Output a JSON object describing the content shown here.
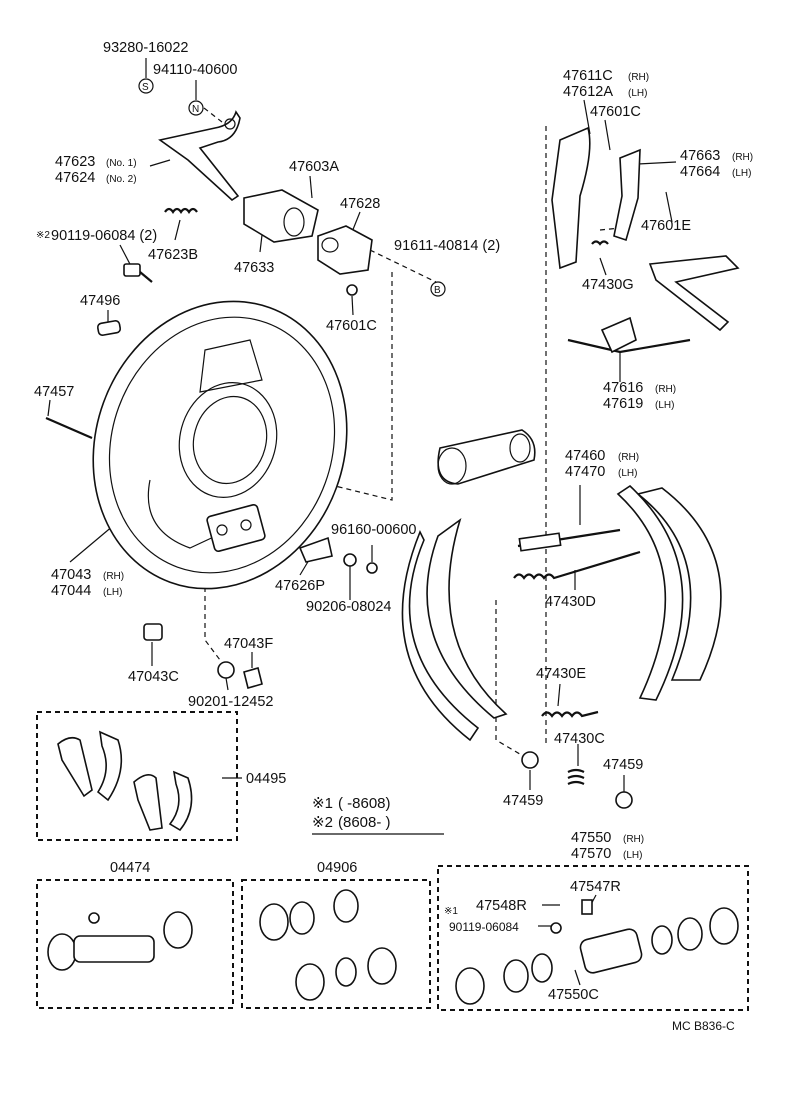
{
  "labels": {
    "p93280_16022": "93280-16022",
    "p94110_40600": "94110-40600",
    "p47623": "47623",
    "p47623_note": "(No. 1)",
    "p47624": "47624",
    "p47624_note": "(No. 2)",
    "p47603a": "47603A",
    "p47628": "47628",
    "p90119_06084_2": "90119-06084 (2)",
    "p47623b": "47623B",
    "p47633": "47633",
    "p91611_40814": "91611-40814 (2)",
    "p47601c_a": "47601C",
    "p47496": "47496",
    "p47457": "47457",
    "p47043": "47043",
    "p47044": "47044",
    "p96160_00600": "96160-00600",
    "p47626p": "47626P",
    "p90206_08024": "90206-08024",
    "p47043f": "47043F",
    "p47043c": "47043C",
    "p90201_12452": "90201-12452",
    "p04495": "04495",
    "p47611c": "47611C",
    "p47612a": "47612A",
    "p47601c_b": "47601C",
    "p47663": "47663",
    "p47664": "47664",
    "p47601e": "47601E",
    "p47430g": "47430G",
    "p47616": "47616",
    "p47619": "47619",
    "p47460": "47460",
    "p47470": "47470",
    "p47430d": "47430D",
    "p47430e": "47430E",
    "p47430c": "47430C",
    "p47459_a": "47459",
    "p47459_b": "47459",
    "p04474": "04474",
    "p04906": "04906",
    "p47550": "47550",
    "p47570": "47570",
    "p47547r": "47547R",
    "p47548r": "47548R",
    "p90119_06084_b": "90119-06084",
    "p47550c": "47550C",
    "rh": "(RH)",
    "lh": "(LH)",
    "mark_s": "S",
    "mark_n": "N",
    "mark_b": "B",
    "ref1": "※2",
    "ref2": "※1"
  },
  "notes": {
    "note1_mark": "※1",
    "note1_text": "(      -8608)",
    "note2_mark": "※2",
    "note2_text": "(8608-      )"
  },
  "footer": {
    "code": "MC  B836-C"
  }
}
